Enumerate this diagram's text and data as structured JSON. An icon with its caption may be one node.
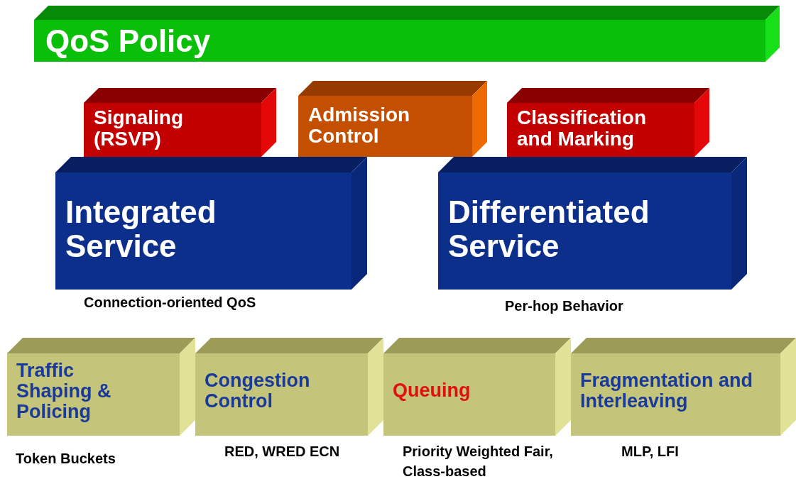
{
  "diagram": {
    "nodes": [
      {
        "text": [
          "QoS Policy"
        ]
      },
      {
        "text": [
          "Signaling (RSVP)"
        ]
      },
      {
        "text": [
          "Admission Control"
        ]
      },
      {
        "text": [
          "Classification and Marking"
        ]
      },
      {
        "text": [
          "Integrated Service"
        ],
        "beside": [
          "Connection-oriented QoS"
        ]
      },
      {
        "text": [
          "Differentiated Service"
        ],
        "beside": [
          "Per-hop Behavior"
        ]
      },
      {
        "text": [
          "Traffic Shaping & Policing"
        ],
        "beside": [
          "Token Buckets"
        ]
      },
      {
        "text": [
          "Congestion Control"
        ],
        "beside": [
          "RED, WRED ECN"
        ]
      },
      {
        "text": [
          "Queuing"
        ],
        "beside": [
          "Priority Weighted Fair, Class-based"
        ]
      },
      {
        "text": [
          "Fragmentation and Interleaving"
        ],
        "beside": [
          "MLP, LFI"
        ]
      }
    ]
  }
}
